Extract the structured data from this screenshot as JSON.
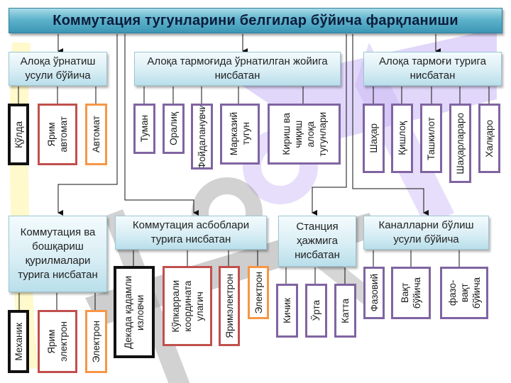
{
  "title": "Коммутация  тугунларини  белгилар бўйича  фарқланиши",
  "colors": {
    "title_bar": "#4aa6c2",
    "category_box": "#d9eef5",
    "border_black": "#111111",
    "border_red": "#c0504d",
    "border_orange": "#f79646",
    "border_purple": "#8064a2",
    "watermark_purple": "#b9a8f0",
    "watermark_gray": "#a0a0a0",
    "watermark_yellow": "#fff4a8"
  },
  "categories": [
    {
      "label": "Алоқа ўрнатиш усули бўйича",
      "items": [
        "Қўлда",
        "Ярим\nавтомат",
        "Автомат"
      ]
    },
    {
      "label": "Алоқа тармоғида ўрнатилган жойига нисбатан",
      "items": [
        "Туман",
        "Оралиқ",
        "Фойдаланувчи",
        "Марказий\nтугун",
        "Кириш  ва\nчиқиш\nалоқа\nтугунлари"
      ]
    },
    {
      "label": "Алоқа  тармоғи турига нисбатан",
      "items": [
        "Шаҳар",
        "Қишлоқ",
        "Ташкилот",
        "Шаҳарлараро",
        "Халқаро"
      ]
    },
    {
      "label": "Коммутация  ва бошқариш қурилмалари турига нисбатан",
      "items": [
        "Механик",
        "Ярим\nэлектрон",
        "Электрон"
      ]
    },
    {
      "label": "Коммутация асбоблари турига нисбатан",
      "items": [
        "Декада қадамли\nизловчи",
        "Кўпкаррали\nкоордината\nулагич",
        "Яримэлектрон",
        "Электрон"
      ]
    },
    {
      "label": "Станция ҳажмига нисбатан",
      "items": [
        "Кичик",
        "Ўрта",
        "Катта"
      ]
    },
    {
      "label": "Каналларни  бўлиш усули бўйича",
      "items": [
        "Фазовий",
        "Вақт\nбўйича",
        "фазо-\nвақт\nбўйича"
      ]
    }
  ],
  "icons": {
    "arrow": "arrow-down-icon",
    "watermark": "watermark-logo"
  }
}
